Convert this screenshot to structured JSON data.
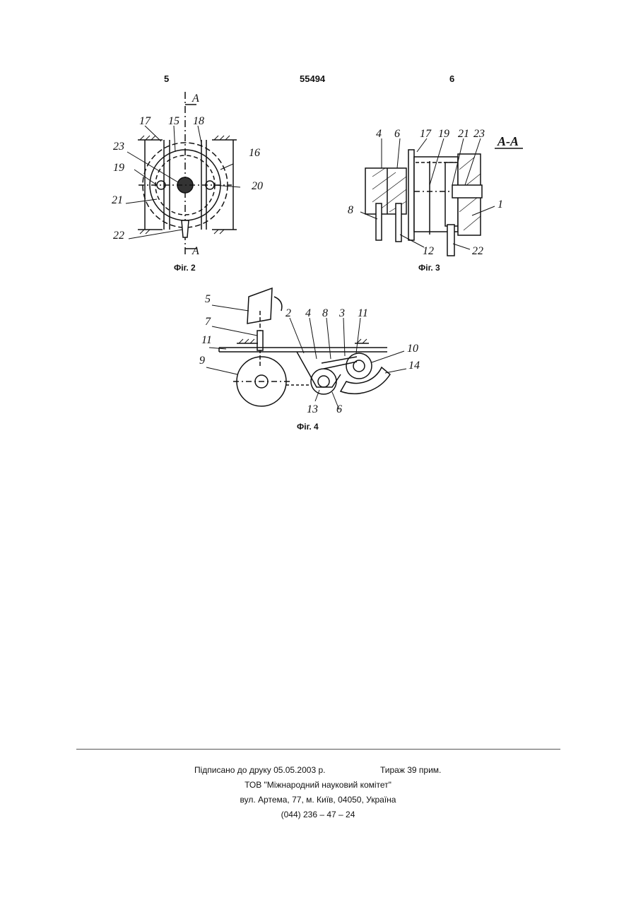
{
  "header": {
    "page_left": "5",
    "patent_number": "55494",
    "page_right": "6"
  },
  "figures": {
    "fig2": {
      "caption": "Фіг. 2",
      "section_label_top": "A",
      "section_label_bottom": "A",
      "labels": [
        "17",
        "15",
        "18",
        "23",
        "16",
        "19",
        "20",
        "21",
        "22"
      ]
    },
    "fig3": {
      "caption": "Фіг. 3",
      "section_title": "А-А",
      "labels": [
        "4",
        "6",
        "17",
        "19",
        "21",
        "23",
        "8",
        "1",
        "12",
        "22"
      ]
    },
    "fig4": {
      "caption": "Фіг. 4",
      "labels": [
        "5",
        "7",
        "2",
        "4",
        "8",
        "3",
        "11",
        "11",
        "10",
        "9",
        "14",
        "13",
        "6"
      ]
    }
  },
  "footer": {
    "signed": "Підписано до друку 05.05.2003 р.",
    "print_run": "Тираж 39 прим.",
    "org": "ТОВ \"Міжнародний науковий комітет\"",
    "address": "вул. Артема, 77, м. Київ, 04050, Україна",
    "phone": "(044) 236 – 47 – 24"
  }
}
